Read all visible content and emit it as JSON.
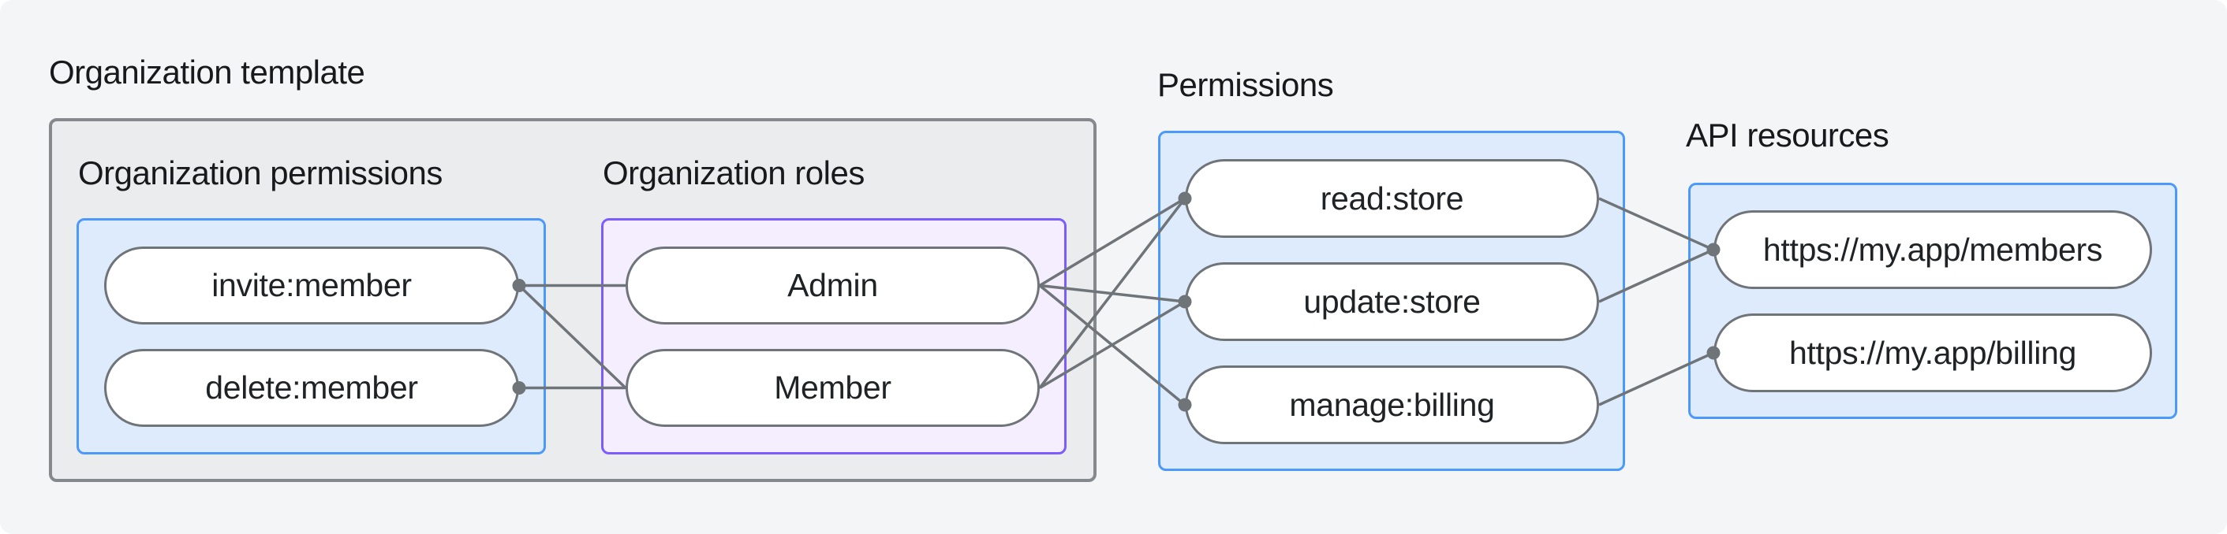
{
  "page": {
    "background": "#f4f5f6"
  },
  "diagram": {
    "outer_label": "Organization template",
    "groups": [
      {
        "id": "org_permissions",
        "title": "Organization permissions",
        "pills": [
          {
            "id": "invite",
            "label": "invite:member"
          },
          {
            "id": "delete",
            "label": "delete:member"
          }
        ]
      },
      {
        "id": "org_roles",
        "title": "Organization roles",
        "pills": [
          {
            "id": "admin",
            "label": "Admin"
          },
          {
            "id": "member",
            "label": "Member"
          }
        ]
      },
      {
        "id": "permissions",
        "title": "Permissions",
        "pills": [
          {
            "id": "read",
            "label": "read:store"
          },
          {
            "id": "update",
            "label": "update:store"
          },
          {
            "id": "manage",
            "label": "manage:billing"
          }
        ]
      },
      {
        "id": "api_resources",
        "title": "API resources",
        "pills": [
          {
            "id": "members",
            "label": "https://my.app/members"
          },
          {
            "id": "billing",
            "label": "https://my.app/billing"
          }
        ]
      }
    ],
    "edges": [
      {
        "from": "invite",
        "to": "admin"
      },
      {
        "from": "invite",
        "to": "member"
      },
      {
        "from": "delete",
        "to": "member"
      },
      {
        "from": "admin",
        "to": "read"
      },
      {
        "from": "admin",
        "to": "update"
      },
      {
        "from": "admin",
        "to": "manage"
      },
      {
        "from": "member",
        "to": "read"
      },
      {
        "from": "member",
        "to": "update"
      },
      {
        "from": "read",
        "to": "members"
      },
      {
        "from": "update",
        "to": "members"
      },
      {
        "from": "manage",
        "to": "billing"
      }
    ],
    "colors": {
      "background": "#f4f5f6",
      "template_box_fill": "#ebeced",
      "template_box_border": "#85898d",
      "blue_box_fill": "#deebfc",
      "blue_box_border": "#4b99fa",
      "purple_box_fill": "#f4eefe",
      "purple_box_border": "#7c5cfc",
      "pill_fill": "#ffffff",
      "pill_border": "#6f7478",
      "connector": "#6f7478",
      "text": "#1d2023"
    }
  }
}
